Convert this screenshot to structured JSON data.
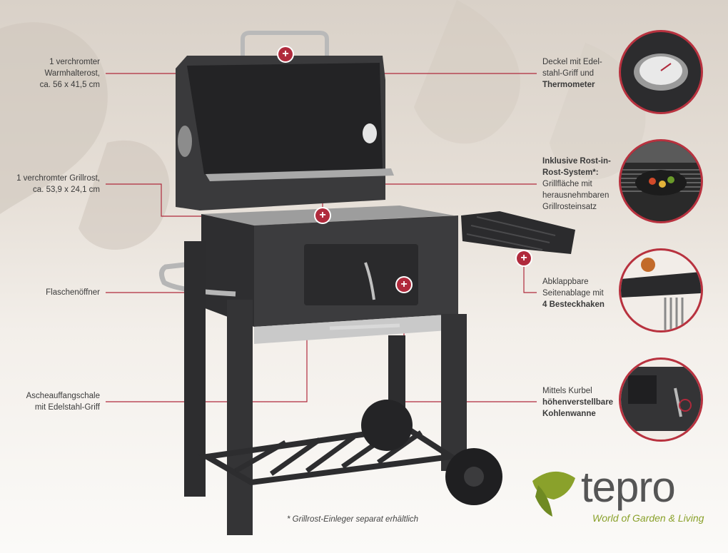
{
  "callouts": {
    "warmhalterost": {
      "line1": "1 verchromter",
      "line2": "Warmhalterost,",
      "line3": "ca. 56 x 41,5 cm"
    },
    "grillrost": {
      "line1": "1 verchromter Grillrost,",
      "line2": "ca. 53,9 x 24,1 cm"
    },
    "flaschenoeffner": {
      "line1": "Flaschenöffner"
    },
    "ascheschale": {
      "line1": "Ascheauffangschale",
      "line2": "mit Edelstahl-Griff"
    },
    "deckel": {
      "line1": "Deckel mit Edel-",
      "line2": "stahl-Griff und",
      "line3_bold": "Thermometer"
    },
    "rost_system": {
      "line1_bold": "Inklusive Rost-in-",
      "line2_bold": "Rost-System*:",
      "line3": "Grillfläche mit",
      "line4": "herausnehmbaren",
      "line5": "Grillrosteinsatz"
    },
    "seitenablage": {
      "line1": "Abklappbare",
      "line2": "Seitenablage mit",
      "line3_bold": "4 Besteckhaken"
    },
    "kurbel": {
      "line1": "Mittels Kurbel",
      "line2_bold": "höhenverstellbare",
      "line3_bold": "Kohlenwanne"
    }
  },
  "plus_symbol": "+",
  "footnote": "* Grillrost-Einleger separat erhältlich",
  "logo": {
    "word": "tepro",
    "tagline": "World of Garden & Living"
  },
  "colors": {
    "accent": "#b02a3c",
    "grill_body": "#3b3b3d",
    "logo_green": "#8aa12b",
    "logo_grey": "#555555"
  },
  "icons": [
    "plus-marker-icon",
    "thermometer-detail",
    "rost-in-rost-detail",
    "side-shelf-detail",
    "crank-detail",
    "tepro-leaf-logo"
  ]
}
